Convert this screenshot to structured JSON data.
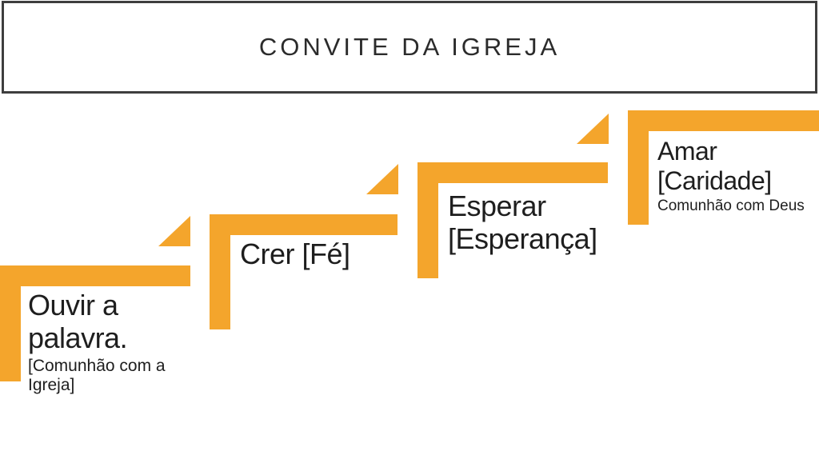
{
  "title": "CONVITE DA IGREJA",
  "colors": {
    "accent": "#F4A52C",
    "title_border": "#3E3E3E",
    "title_text": "#2B2B2B",
    "body_text": "#1E1E1E",
    "background": "#FFFFFF"
  },
  "steps": [
    {
      "title": "Ouvir a palavra.",
      "subtitle": "[Comunhão com a Igreja]"
    },
    {
      "title": "Crer [Fé]",
      "subtitle": ""
    },
    {
      "title": "Esperar [Esperança]",
      "subtitle": ""
    },
    {
      "title": "Amar [Caridade]",
      "subtitle": "Comunhão com Deus"
    }
  ]
}
